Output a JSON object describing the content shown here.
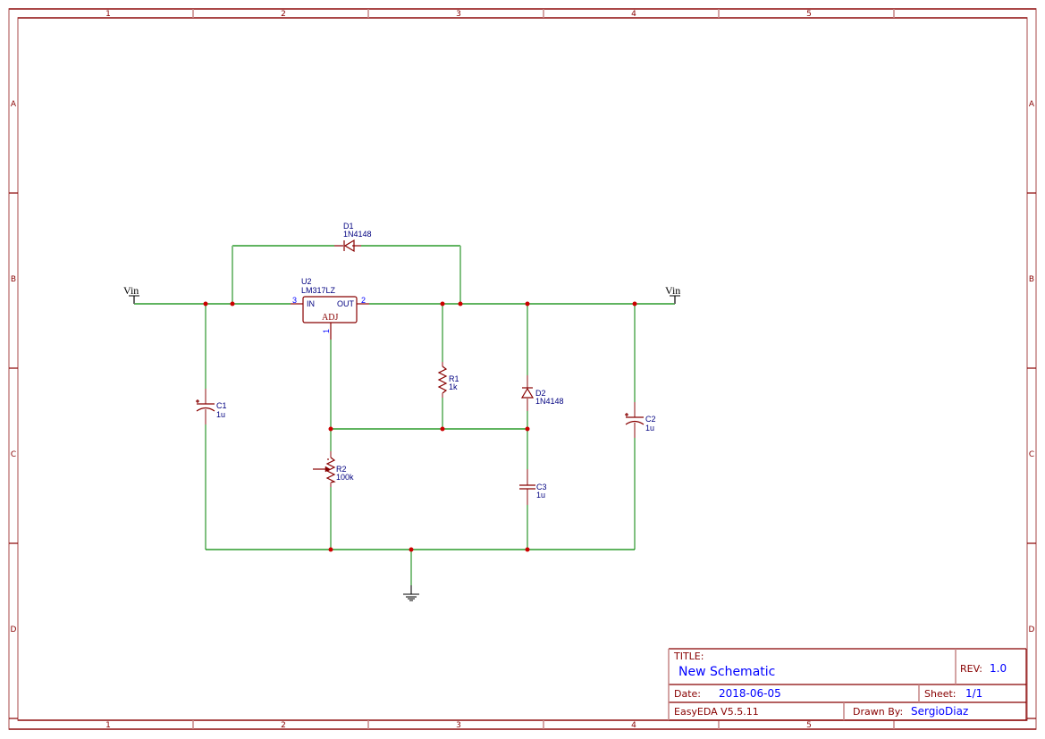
{
  "sheet": {
    "columns": [
      "1",
      "2",
      "3",
      "4",
      "5"
    ],
    "rows": [
      "A",
      "B",
      "C",
      "D"
    ]
  },
  "nets": {
    "vin_left": "Vin",
    "vin_right": "Vin"
  },
  "components": {
    "u2": {
      "ref": "U2",
      "value": "LM317LZ",
      "pin_in_name": "IN",
      "pin_out_name": "OUT",
      "pin_adj_name": "ADJ",
      "pin_in_num": "3",
      "pin_out_num": "2",
      "pin_adj_num": "1"
    },
    "d1": {
      "ref": "D1",
      "value": "1N4148"
    },
    "d2": {
      "ref": "D2",
      "value": "1N4148"
    },
    "r1": {
      "ref": "R1",
      "value": "1k"
    },
    "r2": {
      "ref": "R2",
      "value": "100k"
    },
    "c1": {
      "ref": "C1",
      "value": "1u",
      "polarity": "+"
    },
    "c2": {
      "ref": "C2",
      "value": "1u",
      "polarity": "+"
    },
    "c3": {
      "ref": "C3",
      "value": "1u"
    }
  },
  "title_block": {
    "title_label": "TITLE:",
    "title": "New Schematic",
    "rev_label": "REV:",
    "rev": "1.0",
    "date_label": "Date:",
    "date": "2018-06-05",
    "sheet_label": "Sheet:",
    "sheet": "1/1",
    "software": "EasyEDA V5.5.11",
    "drawn_by_label": "Drawn By:",
    "drawn_by": "SergioDiaz"
  }
}
